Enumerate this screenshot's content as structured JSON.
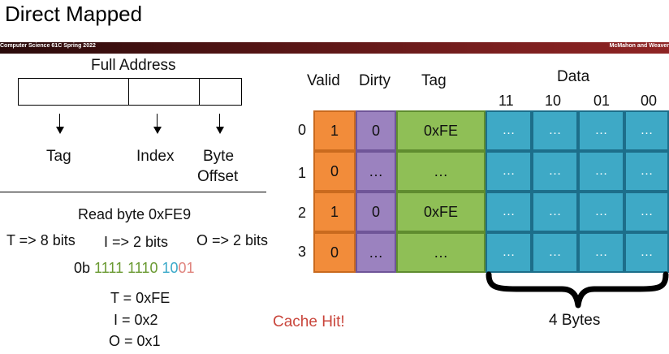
{
  "title": "Direct Mapped",
  "banner": {
    "left": "Computer Science 61C Spring 2022",
    "right": "McMahon and Weaver"
  },
  "address": {
    "label": "Full Address",
    "fields": [
      "Tag",
      "Index",
      "Byte",
      "Offset"
    ]
  },
  "read": {
    "label": "Read byte 0xFE9",
    "t_bits": "T => 8 bits",
    "i_bits": "I => 2 bits",
    "o_bits": "O => 2 bits",
    "binary_prefix": "0b",
    "binary_tag": "1111 1110",
    "binary_index": "10",
    "binary_offset": "01",
    "t_result": "T = 0xFE",
    "i_result": "I = 0x2",
    "o_result": "O = 0x1"
  },
  "cache_hit": "Cache Hit!",
  "cache": {
    "headers": {
      "valid": "Valid",
      "dirty": "Dirty",
      "tag": "Tag",
      "data": "Data"
    },
    "byte_columns": [
      "11",
      "10",
      "01",
      "00"
    ],
    "rows": [
      {
        "index": "0",
        "valid": "1",
        "dirty": "0",
        "tag": "0xFE",
        "data": [
          "…",
          "…",
          "…",
          "…"
        ]
      },
      {
        "index": "1",
        "valid": "0",
        "dirty": "…",
        "tag": "…",
        "data": [
          "…",
          "…",
          "…",
          "…"
        ]
      },
      {
        "index": "2",
        "valid": "1",
        "dirty": "0",
        "tag": "0xFE",
        "data": [
          "…",
          "…",
          "…",
          "…"
        ]
      },
      {
        "index": "3",
        "valid": "0",
        "dirty": "…",
        "tag": "…",
        "data": [
          "…",
          "…",
          "…",
          "…"
        ]
      }
    ],
    "brace_label": "4 Bytes"
  },
  "colors": {
    "valid": "#f28c3a",
    "dirty": "#9b82bf",
    "tag": "#8fbf56",
    "data": "#3ea9c6",
    "banner": "#7b1f1f",
    "cache_hit": "#c9453b"
  }
}
